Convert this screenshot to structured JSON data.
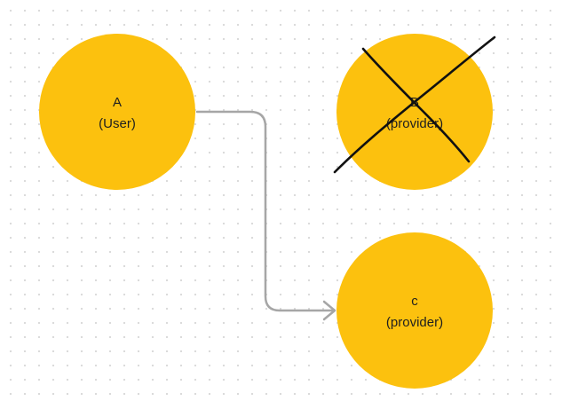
{
  "canvas": {
    "background": "#ffffff",
    "dot_color": "#d9d9d9"
  },
  "nodes": [
    {
      "id": "a",
      "line1": "A",
      "line2": "(User)",
      "fill": "#fcc10e",
      "crossed_out": false
    },
    {
      "id": "b",
      "line1": "B",
      "line2": "(provider)",
      "fill": "#fcc10e",
      "crossed_out": true
    },
    {
      "id": "c",
      "line1": "c",
      "line2": "(provider)",
      "fill": "#fcc10e",
      "crossed_out": false
    }
  ],
  "connectors": [
    {
      "from": "a",
      "to": "c",
      "color": "#a6a6a6",
      "arrow_head": "open-chevron"
    }
  ],
  "annotations": [
    {
      "type": "hand-drawn-cross",
      "target": "b",
      "color": "#111111"
    }
  ]
}
